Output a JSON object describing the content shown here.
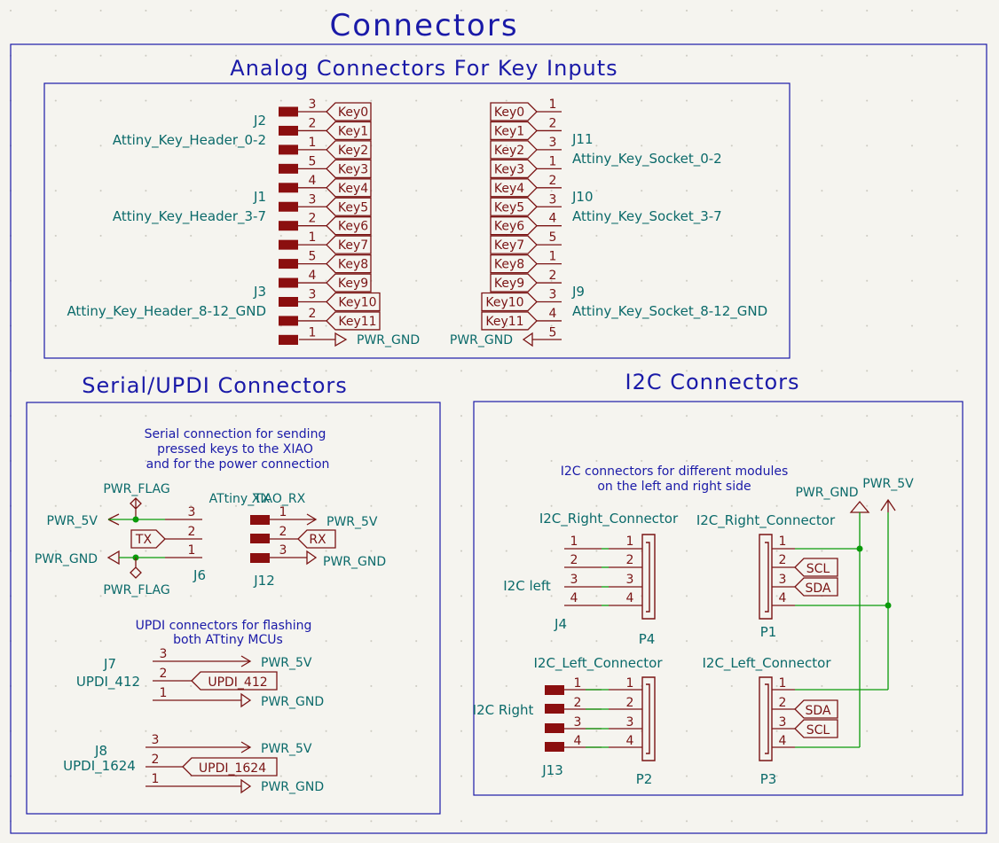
{
  "title": "Connectors",
  "sections": {
    "analog": "Analog Connectors For Key Inputs",
    "serial": "Serial/UPDI Connectors",
    "i2c": "I2C Connectors"
  },
  "keys": [
    "Key0",
    "Key1",
    "Key2",
    "Key3",
    "Key4",
    "Key5",
    "Key6",
    "Key7",
    "Key8",
    "Key9",
    "Key10",
    "Key11"
  ],
  "header_pins": [
    "3",
    "2",
    "1",
    "5",
    "4",
    "3",
    "2",
    "1",
    "5",
    "4",
    "3",
    "2",
    "1"
  ],
  "socket_pins": [
    "1",
    "2",
    "3",
    "1",
    "2",
    "3",
    "4",
    "5",
    "1",
    "2",
    "3",
    "4",
    "5"
  ],
  "refs": {
    "J2": "J2",
    "J2_val": "Attiny_Key_Header_0-2",
    "J1": "J1",
    "J1_val": "Attiny_Key_Header_3-7",
    "J3": "J3",
    "J3_val": "Attiny_Key_Header_8-12_GND",
    "J11": "J11",
    "J11_val": "Attiny_Key_Socket_0-2",
    "J10": "J10",
    "J10_val": "Attiny_Key_Socket_3-7",
    "J9": "J9",
    "J9_val": "Attiny_Key_Socket_8-12_GND",
    "J6": "J6",
    "J12": "J12",
    "J7": "J7",
    "J7_val": "UPDI_412",
    "J8": "J8",
    "J8_val": "UPDI_1624",
    "J4": "J4",
    "J4_val": "I2C left",
    "J13": "J13",
    "J13_val": "I2C Right",
    "P4": "P4",
    "P2": "P2",
    "P1": "P1",
    "P3": "P3",
    "right_conn": "I2C_Right_Connector",
    "left_conn": "I2C_Left_Connector"
  },
  "nets": {
    "gnd": "PWR_GND",
    "v5": "PWR_5V",
    "flag": "PWR_FLAG",
    "tx": "TX",
    "rx": "RX",
    "attiny_tx": "ATtiny_TX",
    "xiao_rx": "XIAO_RX",
    "updi412": "UPDI_412",
    "updi1624": "UPDI_1624",
    "scl": "SCL",
    "sda": "SDA"
  },
  "notes": {
    "serial_1": "Serial connection for sending",
    "serial_2": "pressed keys to the XIAO",
    "serial_3": "and for the power connection",
    "updi_1": "UPDI connectors for flashing",
    "updi_2": "both ATtiny MCUs",
    "i2c_1": "I2C connectors for different modules",
    "i2c_2": "on the left and right side"
  },
  "pin_numbers": {
    "n1": "1",
    "n2": "2",
    "n3": "3",
    "n4": "4"
  },
  "colors": {
    "frame": "#1a1aa8",
    "symbol": "#7a1414",
    "wire": "#0a9a0a",
    "ref": "#0b6a6a",
    "background": "#f5f4ef"
  }
}
